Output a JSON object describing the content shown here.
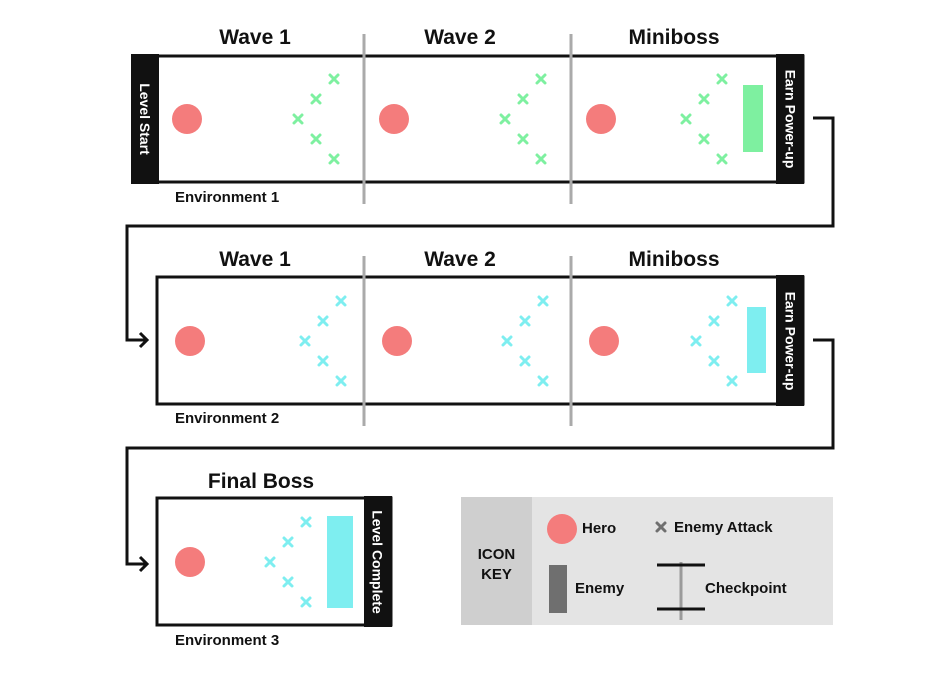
{
  "rows": [
    {
      "environment": "Environment 1",
      "sections": [
        "Wave 1",
        "Wave 2",
        "Miniboss"
      ],
      "start_label": "Level Start",
      "end_label": "Earn Power-up",
      "enemy_color": "#7ef0a0"
    },
    {
      "environment": "Environment 2",
      "sections": [
        "Wave 1",
        "Wave 2",
        "Miniboss"
      ],
      "end_label": "Earn Power-up",
      "enemy_color": "#7eeef0"
    },
    {
      "environment": "Environment 3",
      "sections": [
        "Final Boss"
      ],
      "end_label": "Level Complete",
      "enemy_color": "#7eeef0"
    }
  ],
  "key": {
    "title_line1": "ICON",
    "title_line2": "KEY",
    "hero": "Hero",
    "enemy_attack": "Enemy Attack",
    "enemy": "Enemy",
    "checkpoint": "Checkpoint"
  },
  "colors": {
    "hero": "#f47c7c",
    "checkpoint": "#9a9a9a",
    "frame": "#111111",
    "key_bg": "#e4e4e4",
    "key_title_bg": "#cfcfcf",
    "key_enemy": "#6f6f6f",
    "key_attack": "#6f6f6f"
  }
}
